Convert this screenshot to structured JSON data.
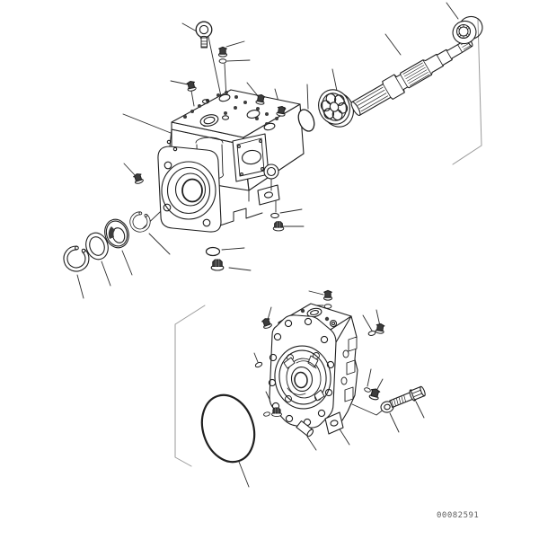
{
  "figure": {
    "type": "exploded-parts-diagram",
    "subject": "hydraulic-piston-pump-assembly",
    "drawing_number": "00082591"
  },
  "palette": {
    "background": "#ffffff",
    "part_outline": "#1f1f1f",
    "dark_fill": "#3d3d3d",
    "leader_line": "#2b2b2b",
    "match_boundary_line": "#9a9a9a",
    "number_text": "#5d5d5d"
  },
  "assemblies": {
    "front_pump": {
      "parts": [
        "pump-housing",
        "eye-bolt",
        "hex-plug",
        "o-ring",
        "snap-ring-outer",
        "oil-seal",
        "shaft-bearing",
        "snap-ring-inner",
        "drain-plug",
        "side-o-ring",
        "piston-retainer-disc",
        "drive-shaft",
        "shaft-coupling"
      ]
    },
    "rear_pump": {
      "parts": [
        "end-cover-housing",
        "hex-plug",
        "o-ring",
        "lock-nut",
        "dowel-pin",
        "flanged-bolt",
        "washer",
        "case-o-ring"
      ]
    }
  },
  "annotations": {
    "callout_leader_lines": "unlabeled",
    "match_boundary_lines": 2
  }
}
